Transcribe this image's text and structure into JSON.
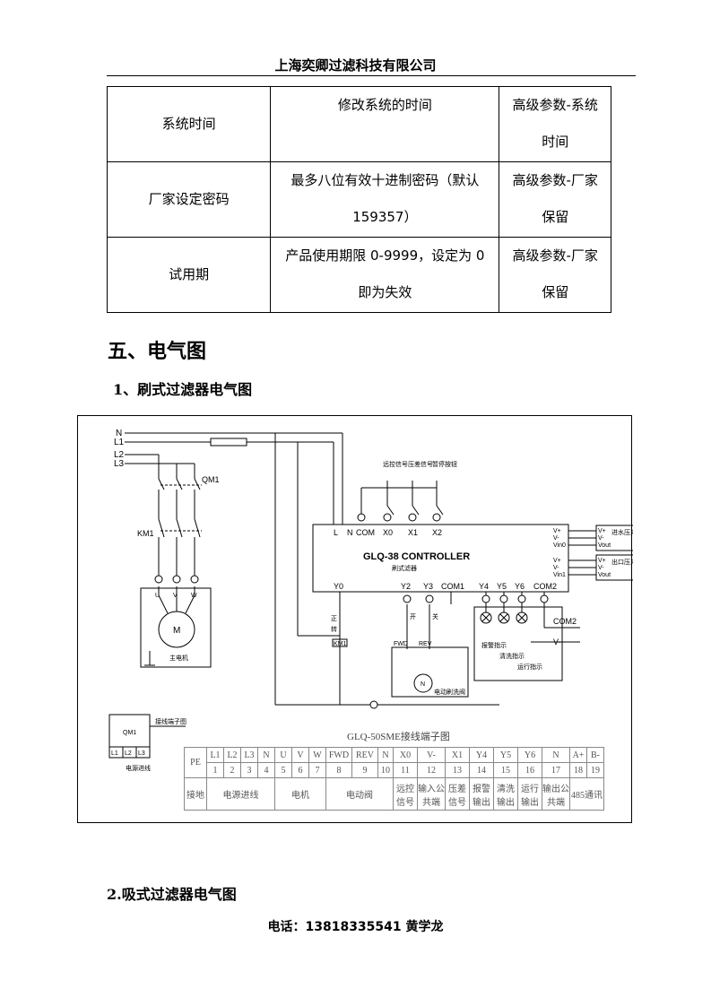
{
  "header": {
    "company": "上海奕卿过滤科技有限公司"
  },
  "params_table": {
    "rows": [
      {
        "name": "系统时间",
        "desc": "修改系统的时间",
        "path": "高级参数-系统时间"
      },
      {
        "name": "厂家设定密码",
        "desc": "最多八位有效十进制密码（默认159357）",
        "path": "高级参数-厂家保留"
      },
      {
        "name": "试用期",
        "desc": "产品使用期限 0-9999，设定为 0即为失效",
        "path": "高级参数-厂家保留"
      }
    ],
    "desc_lines": [
      [
        "修改系统的时间"
      ],
      [
        "最多八位有效十进制密码（默认",
        "159357）"
      ],
      [
        "产品使用期限 0-9999，设定为 0",
        "即为失效"
      ]
    ],
    "path_lines": [
      [
        "高级参数-系统",
        "时间"
      ],
      [
        "高级参数-厂家",
        "保留"
      ],
      [
        "高级参数-厂家",
        "保留"
      ]
    ]
  },
  "section5": {
    "title": "五、电气图"
  },
  "section5_1": {
    "title": "1、刷式过滤器电气图"
  },
  "diagram": {
    "supply_labels": [
      "N",
      "L1",
      "L2",
      "L3"
    ],
    "qm1": "QM1",
    "km1": "KM1",
    "motor": "M",
    "motor_caption": "主电机",
    "uvw": [
      "U",
      "V",
      "W"
    ],
    "controller_name": "GLQ-38 CONTROLLER",
    "controller_sub": "刷式滤器",
    "top_terminals": [
      "L",
      "N",
      "COM",
      "X0",
      "X1",
      "X2"
    ],
    "input_labels": [
      "远控信号",
      "压差信号",
      "暂停按钮"
    ],
    "bottom_terminals": [
      "Y0",
      "Y2",
      "Y3",
      "COM1",
      "Y4",
      "Y5",
      "Y6",
      "COM2"
    ],
    "right_io_1": [
      "V+",
      "V-",
      "Vin0"
    ],
    "right_io_2": [
      "V+",
      "V-",
      "Vin1"
    ],
    "sensor_1": [
      "V+",
      "V-",
      "Vout"
    ],
    "sensor_1_name": "进水压力传感器",
    "sensor_2": [
      "V+",
      "V-",
      "Vout"
    ],
    "sensor_2_name": "出口压力传感器",
    "com2_label": "COM2",
    "vminus_label": "V-",
    "y0_labels": [
      "正",
      "转"
    ],
    "km1_box": "KM1",
    "fwd_rev": [
      "FWD",
      "REV"
    ],
    "valve_labels": [
      "开",
      "关"
    ],
    "valve_motor": "N",
    "valve_caption": "电动刷洗阀",
    "lamp_labels": [
      "报警指示",
      "清洗指示",
      "运行指示"
    ],
    "qm1_box": "QM1",
    "qm1_terms": [
      "L1",
      "L2",
      "L3"
    ],
    "qm1_side": "接线端子图",
    "qm1_note": "电源进线",
    "terminal_title": "GLQ-50SME接线端子图",
    "terminal_names": [
      "L1",
      "L2",
      "L3",
      "N",
      "U",
      "V",
      "W",
      "FWD",
      "REV",
      "N",
      "X0",
      "V-",
      "X1",
      "Y4",
      "Y5",
      "Y6",
      "N",
      "A+",
      "B-"
    ],
    "terminal_nums": [
      "1",
      "2",
      "3",
      "4",
      "5",
      "6",
      "7",
      "8",
      "9",
      "10",
      "11",
      "12",
      "13",
      "14",
      "15",
      "16",
      "17",
      "18",
      "19"
    ],
    "pe": "PE",
    "groups": [
      "接地",
      "电源进线",
      "电机",
      "电动阀",
      "远控信号",
      "输入公共端",
      "压差信号",
      "报警输出",
      "清洗输出",
      "运行输出",
      "输出公共端",
      "485通讯"
    ]
  },
  "section5_2": {
    "title": "2.吸式过滤器电气图"
  },
  "footer": {
    "contact": "电话：13818335541  黄学龙"
  }
}
